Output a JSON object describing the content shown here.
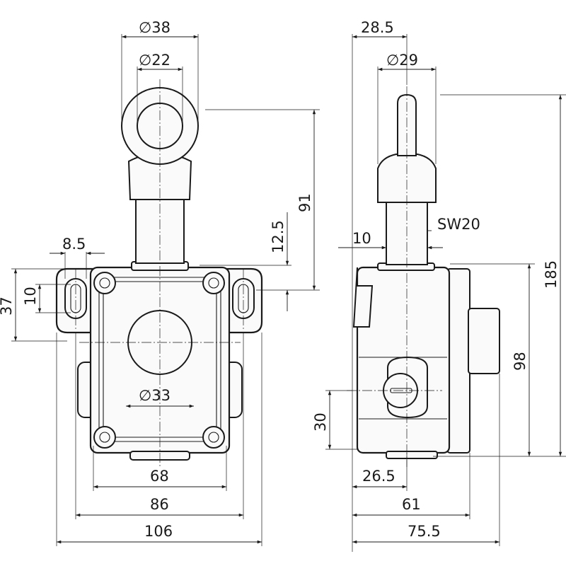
{
  "front_view": {
    "dim_eye_outer": "∅38",
    "dim_eye_inner": "∅22",
    "dim_boss": "∅33",
    "dim_overall_height": "91",
    "dim_eye_offset": "12.5",
    "dim_slot_width": "8.5",
    "dim_flange_height": "37",
    "dim_slot_length": "10",
    "dim_screw_spacing": "68",
    "dim_body_width": "86",
    "dim_overall_width": "106"
  },
  "side_view": {
    "dim_axis_offset": "28.5",
    "dim_knob": "∅29",
    "dim_wrench": "SW20",
    "dim_shaft": "10",
    "dim_total_height": "185",
    "dim_body_height": "98",
    "dim_slot_height": "30",
    "dim_slot_offset": "26.5",
    "dim_body_depth": "61",
    "dim_overall_depth": "75.5"
  }
}
